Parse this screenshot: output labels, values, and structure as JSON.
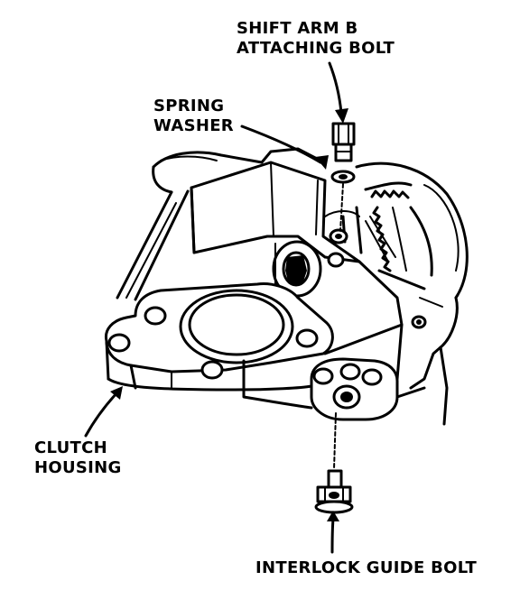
{
  "labels": {
    "shift_arm_line1": "SHIFT ARM B",
    "shift_arm_line2": "ATTACHING BOLT",
    "spring_line1": "SPRING",
    "spring_line2": "WASHER",
    "clutch_line1": "CLUTCH",
    "clutch_line2": "HOUSING",
    "interlock": "INTERLOCK GUIDE BOLT"
  },
  "colors": {
    "ink": "#000000",
    "paper": "#ffffff"
  }
}
